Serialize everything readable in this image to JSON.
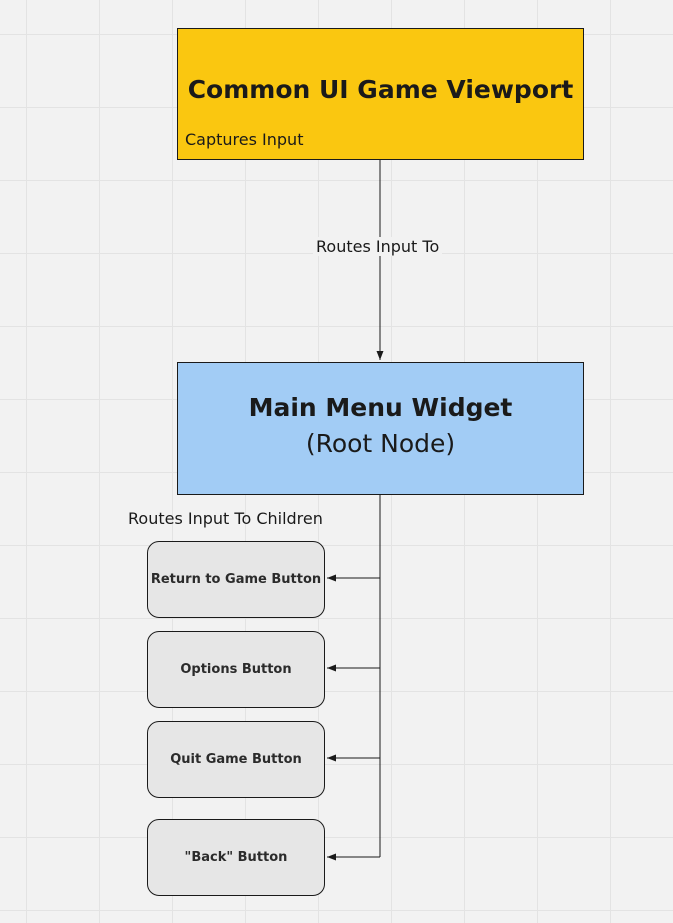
{
  "colors": {
    "canvas": "#f2f2f2",
    "grid": "#e3e3e3",
    "viewport_fill": "#fac710",
    "menu_fill": "#a2ccf5",
    "button_fill": "#e6e6e6",
    "stroke": "#1a1a1a"
  },
  "viewport": {
    "title": "Common UI Game Viewport",
    "note": "Captures Input"
  },
  "edge_labels": {
    "viewport_to_menu": "Routes Input To",
    "menu_to_children": "Routes Input To Children"
  },
  "menu": {
    "title": "Main Menu Widget",
    "subtitle": "(Root Node)"
  },
  "children": [
    {
      "label": "Return to Game Button"
    },
    {
      "label": "Options Button"
    },
    {
      "label": "Quit Game Button"
    },
    {
      "label": "\"Back\" Button"
    }
  ]
}
